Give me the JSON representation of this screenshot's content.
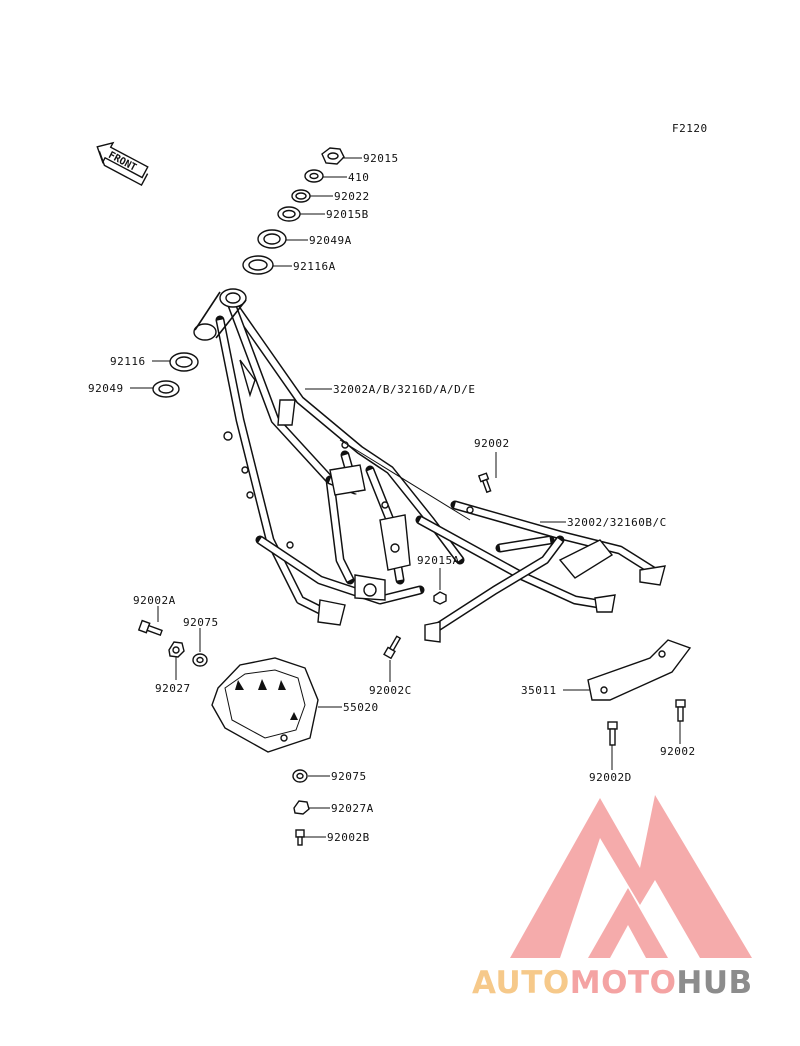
{
  "diagram_code": "F2120",
  "front_label": "FRONT",
  "callouts": [
    {
      "id": "92015",
      "text": "92015"
    },
    {
      "id": "410",
      "text": "410"
    },
    {
      "id": "92022",
      "text": "92022"
    },
    {
      "id": "92015B",
      "text": "92015B"
    },
    {
      "id": "92049A",
      "text": "92049A"
    },
    {
      "id": "92116A",
      "text": "92116A"
    },
    {
      "id": "92116",
      "text": "92116"
    },
    {
      "id": "92049",
      "text": "92049"
    },
    {
      "id": "32002A",
      "text": "32002A/B/3216D/A/D/E"
    },
    {
      "id": "92002-top",
      "text": "92002"
    },
    {
      "id": "32002",
      "text": "32002/32160B/C"
    },
    {
      "id": "92015A",
      "text": "92015A"
    },
    {
      "id": "92002A",
      "text": "92002A"
    },
    {
      "id": "92075-top",
      "text": "92075"
    },
    {
      "id": "92027",
      "text": "92027"
    },
    {
      "id": "92002C",
      "text": "92002C"
    },
    {
      "id": "55020",
      "text": "55020"
    },
    {
      "id": "35011",
      "text": "35011"
    },
    {
      "id": "92002-right",
      "text": "92002"
    },
    {
      "id": "92002D",
      "text": "92002D"
    },
    {
      "id": "92075-bot",
      "text": "92075"
    },
    {
      "id": "92027A",
      "text": "92027A"
    },
    {
      "id": "92002B",
      "text": "92002B"
    }
  ],
  "watermark": {
    "part1": "AUTO",
    "part2": "MOTO",
    "part3": "HUB",
    "colors": {
      "auto": "#f6c98a",
      "moto": "#f4a3a3",
      "hub": "#8c8c8c",
      "logo": "#f4a3a3"
    }
  }
}
